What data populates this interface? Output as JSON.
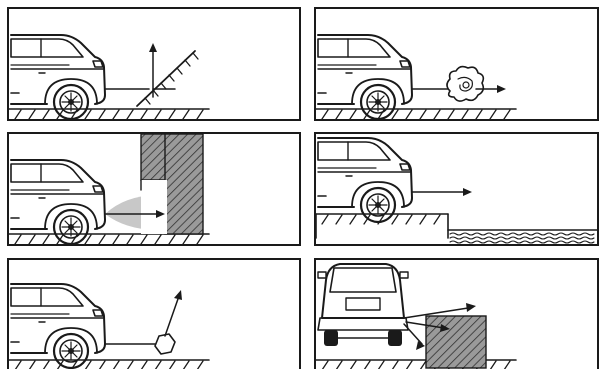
{
  "diagram": {
    "panels": [
      {
        "id": "ramp",
        "obstacle": "slope-icon"
      },
      {
        "id": "object",
        "obstacle": "bush-icon"
      },
      {
        "id": "wall",
        "obstacle": "wall-icon"
      },
      {
        "id": "curb",
        "obstacle": "water-icon"
      },
      {
        "id": "post",
        "obstacle": "post-icon"
      },
      {
        "id": "corner",
        "obstacle": "block-icon"
      }
    ],
    "colors": {
      "line": "#1a1a1a",
      "hatch": "#555555",
      "shade": "#c8c8c8",
      "background": "#ffffff"
    }
  }
}
